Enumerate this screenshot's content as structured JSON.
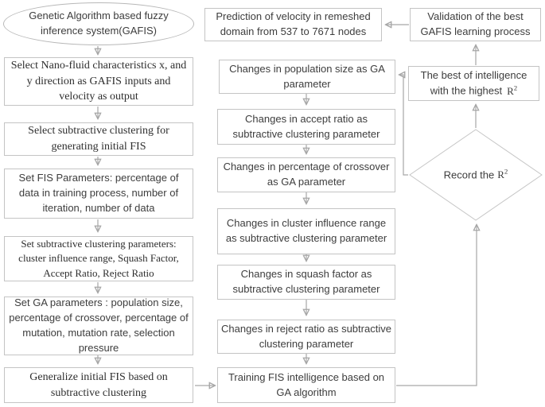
{
  "colors": {
    "box_border": "#c4c4c4",
    "arrow": "#a6a6a6",
    "text_sans": "#3d3d3d",
    "text_serif": "#2e2e2e",
    "background": "#ffffff"
  },
  "nodes": {
    "gafis": "Genetic Algorithm based fuzzy inference system(GAFIS)",
    "select_nanofluid": "Select Nano-fluid characteristics x, and y direction as GAFIS inputs and velocity as output",
    "select_clustering": "Select subtractive clustering for generating initial FIS",
    "set_fis_params": "Set FIS Parameters: percentage of data in training process, number of iteration, number of data",
    "set_clustering_params": "Set subtractive clustering parameters: cluster influence range, Squash Factor, Accept Ratio, Reject Ratio",
    "set_ga_params": "Set GA parameters : population size, percentage of crossover, percentage of mutation, mutation rate, selection pressure",
    "generalize_fis": "Generalize initial FIS based on subtractive clustering",
    "prediction": "Prediction of velocity in remeshed domain from 537 to 7671 nodes",
    "changes_population": "Changes in population size as GA parameter",
    "changes_accept": "Changes in accept ratio as subtractive clustering parameter",
    "changes_crossover": "Changes in percentage of crossover as GA parameter",
    "changes_cluster_influence": "Changes in cluster influence range as subtractive clustering parameter",
    "changes_squash": "Changes in squash factor as subtractive clustering parameter",
    "changes_reject": "Changes in reject ratio as subtractive clustering parameter",
    "training": "Training FIS intelligence based on GA algorithm",
    "validation": "Validation of the best GAFIS learning process",
    "best_intelligence": {
      "text": "The best of intelligence with the highest",
      "r": "R",
      "sup": "2"
    },
    "record_r2": {
      "text": "Record the",
      "r": "R",
      "sup": "2"
    }
  }
}
